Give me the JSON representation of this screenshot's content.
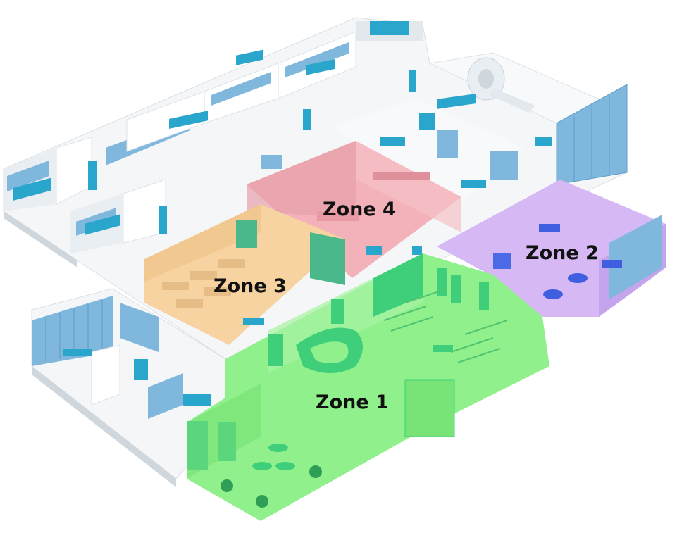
{
  "zones": [
    {
      "label": "Zone 1",
      "color": "#8ff08c"
    },
    {
      "label": "Zone 2",
      "color": "#d6b8f5"
    },
    {
      "label": "Zone 3",
      "color": "#f7d3a2"
    },
    {
      "label": "Zone 4",
      "color": "#f2aeb6"
    }
  ],
  "palette": {
    "floor": "#f4f6f8",
    "wall": "#ffffff",
    "wall_shade": "#e3e8ec",
    "wall_dark": "#cfd6dc",
    "furniture": "#2aa5cc",
    "cabinet": "#6aa9d6",
    "panel": "#7fb7dd",
    "zone1_furniture": "#3fcf7a",
    "zone2_furniture": "#3f5fe0"
  },
  "icons": [
    "hospital-bed-icon",
    "cabinet-icon",
    "mri-scanner-icon",
    "table-icon",
    "chair-icon",
    "plant-icon",
    "exit-sign-icon",
    "reception-desk-icon"
  ]
}
